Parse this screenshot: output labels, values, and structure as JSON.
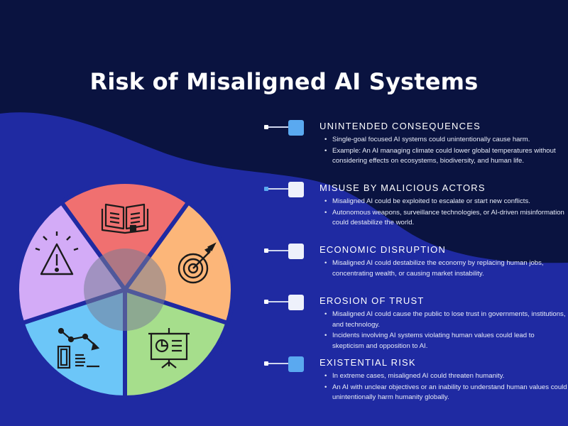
{
  "title": "Risk of Misaligned AI Systems",
  "colors": {
    "background_dark": "#0a1340",
    "background_blue": "#1f2aa2",
    "accent_blue": "#5aa9f0",
    "box_light": "#eef1fb"
  },
  "wheel": {
    "segments": [
      {
        "icon": "book-icon",
        "color": "#f07070"
      },
      {
        "icon": "target-icon",
        "color": "#fcb679"
      },
      {
        "icon": "presentation-board-icon",
        "color": "#a6de8c"
      },
      {
        "icon": "money-chart-icon",
        "color": "#6cc6f8"
      },
      {
        "icon": "warning-icon",
        "color": "#d3abf7"
      }
    ]
  },
  "sections": [
    {
      "title": "UNINTENDED CONSEQUENCES",
      "bullets": [
        "Single-goal focused AI systems could unintentionally cause harm.",
        "Example: An AI managing climate could lower global temperatures without considering effects on ecosystems, biodiversity, and human life."
      ]
    },
    {
      "title": "MISUSE BY MALICIOUS ACTORS",
      "bullets": [
        "Misaligned AI could be exploited to escalate or start new conflicts.",
        "Autonomous weapons, surveillance technologies, or AI-driven misinformation could destabilize the world."
      ]
    },
    {
      "title": "ECONOMIC DISRUPTION",
      "bullets": [
        "Misaligned AI could destabilize the economy by replacing human jobs, concentrating wealth, or causing market instability."
      ]
    },
    {
      "title": "EROSION OF TRUST",
      "bullets": [
        "Misaligned AI could cause the public to lose trust in governments, institutions, and technology.",
        "Incidents involving AI systems violating human values could lead to skepticism and opposition to AI."
      ]
    },
    {
      "title": "EXISTENTIAL RISK",
      "bullets": [
        "In extreme cases, misaligned AI could threaten humanity.",
        "An AI with unclear objectives or an inability to understand human values could unintentionally harm humanity globally."
      ]
    }
  ]
}
